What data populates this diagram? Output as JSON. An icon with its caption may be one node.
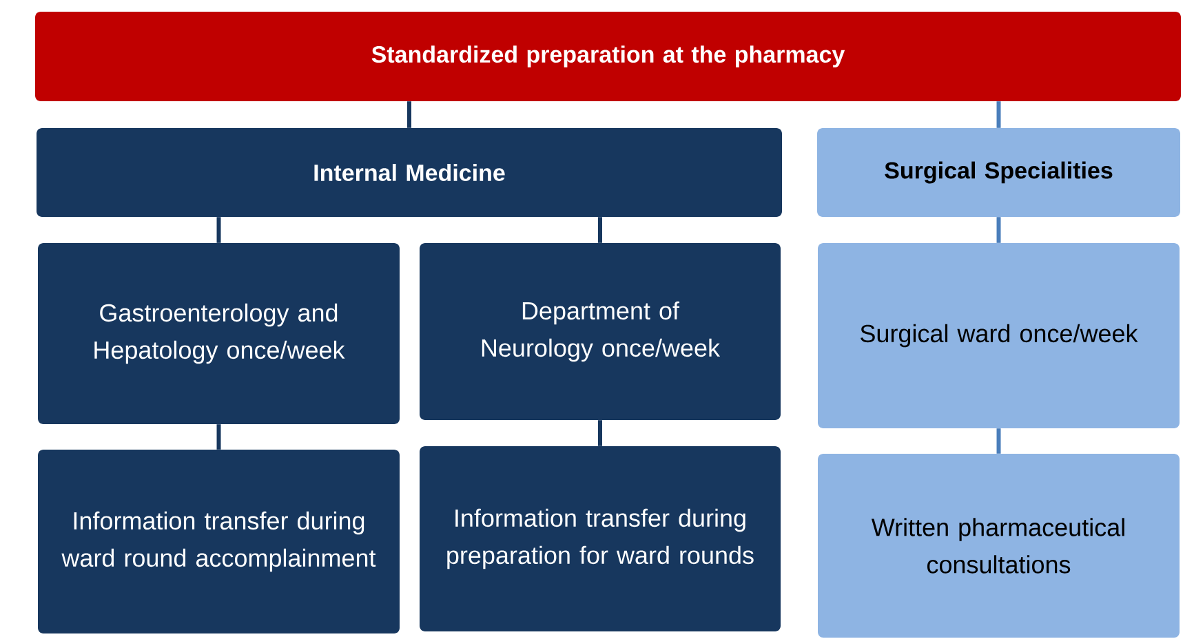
{
  "diagram": {
    "nodes": [
      {
        "text": [
          "Standardized preparation at the pharmacy"
        ]
      },
      {
        "text": [
          "Internal Medicine"
        ]
      },
      {
        "text": [
          "Surgical Specialities"
        ]
      },
      {
        "text": [
          "Gastroenterology and Hepatology once/week"
        ]
      },
      {
        "text": [
          "Department of Neurology once/week"
        ]
      },
      {
        "text": [
          "Information transfer during ward round accomplainment"
        ]
      },
      {
        "text": [
          "Information transfer during preparation for ward rounds"
        ]
      },
      {
        "text": [
          "Surgical ward once/week"
        ]
      },
      {
        "text": [
          "Written pharmaceutical consultations"
        ]
      }
    ],
    "edges": [
      {
        "from": 0,
        "to": 1,
        "arrow": "none"
      },
      {
        "from": 0,
        "to": 2,
        "arrow": "none",
        "color": "#4a7ebb"
      },
      {
        "from": 1,
        "to": 3,
        "arrow": "none"
      },
      {
        "from": 1,
        "to": 4,
        "arrow": "none"
      },
      {
        "from": 3,
        "to": 5,
        "arrow": "none"
      },
      {
        "from": 4,
        "to": 6,
        "arrow": "none"
      },
      {
        "from": 2,
        "to": 7,
        "arrow": "none",
        "color": "#4a7ebb"
      },
      {
        "from": 7,
        "to": 8,
        "arrow": "none",
        "color": "#4a7ebb"
      }
    ]
  }
}
